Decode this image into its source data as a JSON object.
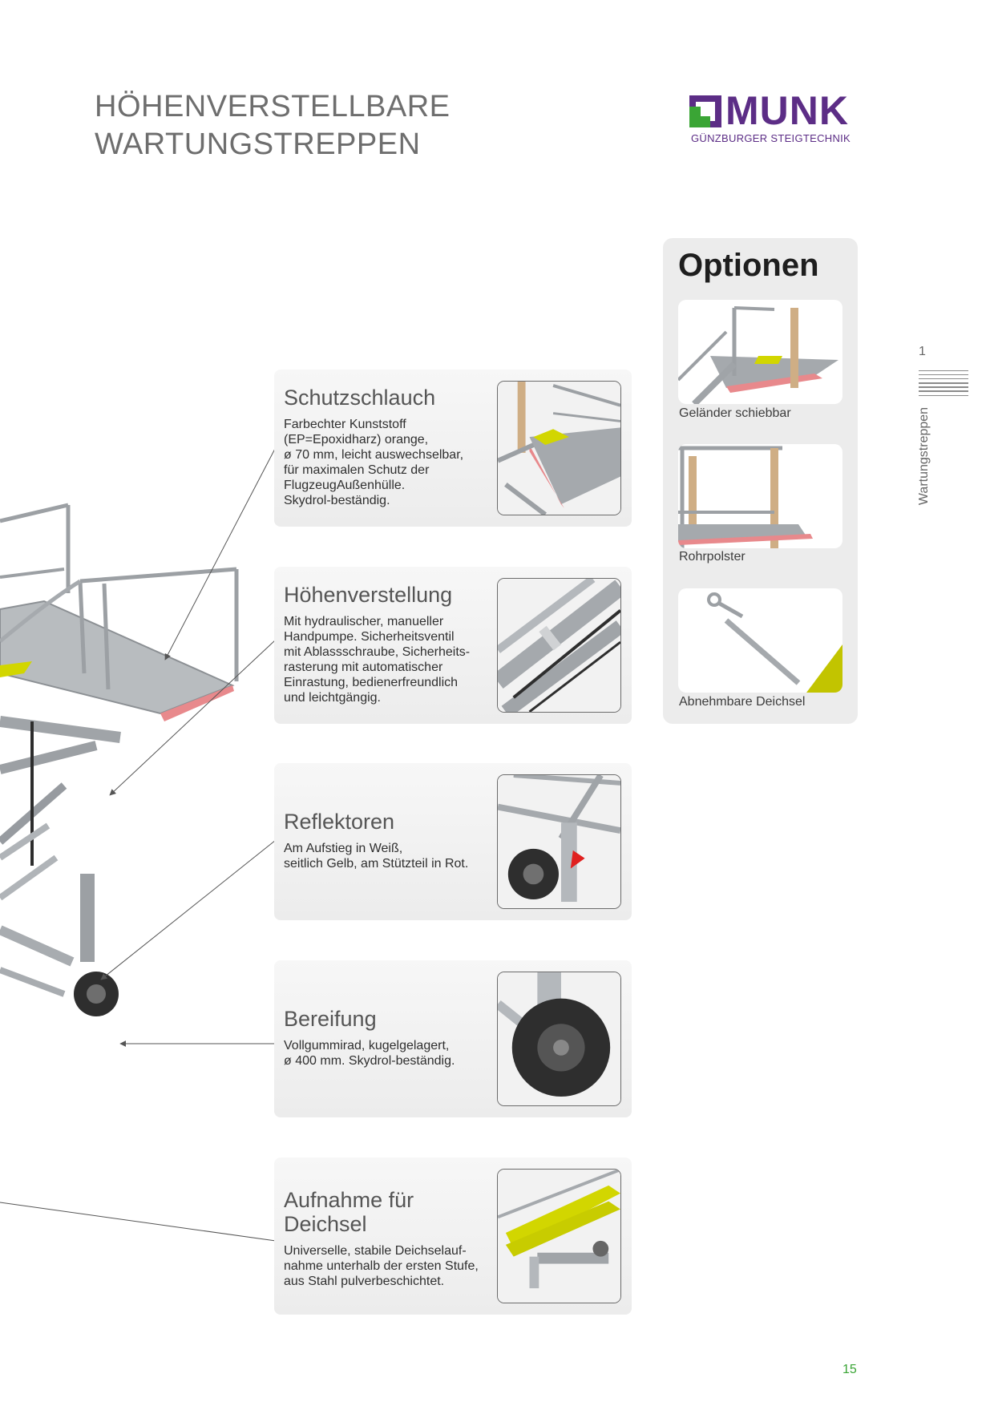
{
  "header": {
    "title_line1": "HÖHENVERSTELLBARE",
    "title_line2": "WARTUNGSTREPPEN"
  },
  "logo": {
    "wordmark": "MUNK",
    "tagline": "GÜNZBURGER STEIGTECHNIK",
    "color_purple": "#5c2d86",
    "color_green": "#3aa535"
  },
  "options": {
    "title": "Optionen",
    "items": [
      {
        "caption": "Geländer schiebbar",
        "icon": "sliding-railing-image"
      },
      {
        "caption": "Rohrpolster",
        "icon": "pipe-padding-image"
      },
      {
        "caption": "Abnehmbare Deichsel",
        "icon": "removable-drawbar-image"
      }
    ]
  },
  "side_tab": {
    "number": "1",
    "label": "Wartungstreppen"
  },
  "features": [
    {
      "title": "Schutzschlauch",
      "text": "Farbechter Kunststoff\n(EP=Epoxidharz) orange,\nø 70 mm, leicht auswechselbar,\nfür maximalen Schutz der\nFlugzeugAußenhülle.\nSkydrol-beständig."
    },
    {
      "title": "Höhenverstellung",
      "text": "Mit hydraulischer, manueller\nHandpumpe. Sicherheitsventil\nmit Ablassschraube, Sicherheits-\nrasterung mit automatischer\nEinrastung, bedienerfreundlich\nund leichtgängig."
    },
    {
      "title": "Reflektoren",
      "text": "Am Aufstieg in Weiß,\nseitlich Gelb, am Stützteil in Rot."
    },
    {
      "title": "Bereifung",
      "text": "Vollgummirad, kugelgelagert,\nø 400 mm. Skydrol-beständig."
    },
    {
      "title": "Aufnahme für Deichsel",
      "text": "Universelle, stabile Deichselauf-\nnahme unterhalb der ersten Stufe,\naus Stahl pulverbeschichtet."
    }
  ],
  "footer": {
    "page_number": "15"
  }
}
